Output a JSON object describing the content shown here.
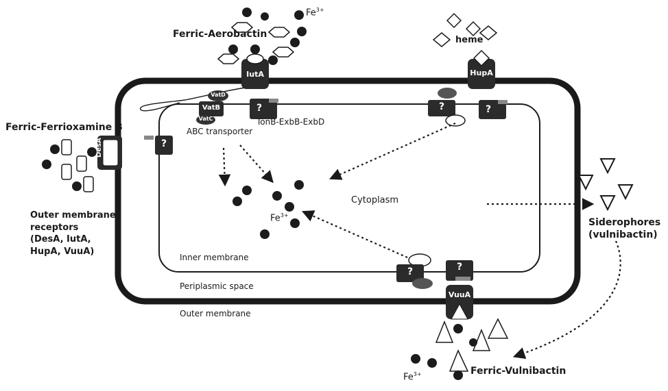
{
  "labels": {
    "ferric_aerobactin": "Ferric-Aerobactin",
    "fe_top": "Fe",
    "fe_top_sup": "3+",
    "heme": "heme",
    "ferric_ferrioxamine": "Ferric-Ferrioxamine B",
    "outer_receptors_line1": "Outer membrane",
    "outer_receptors_line2": "receptors",
    "outer_receptors_line3": "(DesA, IutA,",
    "outer_receptors_line4": "HupA, VuuA)",
    "tonb": "TonB-ExbB-ExbD",
    "abc": "ABC transporter",
    "cytoplasm": "Cytoplasm",
    "fe_center": "Fe",
    "fe_center_sup": "3+",
    "siderophores_line1": "Siderophores",
    "siderophores_line2": "(vulnibactin)",
    "inner_membrane": "Inner membrane",
    "periplasmic": "Periplasmic space",
    "outer_membrane": "Outer membrane",
    "fe_bottom": "Fe",
    "fe_bottom_sup": "3+",
    "ferric_vulnibactin": "Ferric-Vulnibactin"
  },
  "proteins": {
    "iuta": "IutA",
    "hupa": "HupA",
    "desa": "DesA",
    "vuua": "VuuA",
    "vatb": "VatB",
    "vatd": "VatD",
    "vatc": "VatC",
    "unknown": "?"
  },
  "colors": {
    "membrane": "#1a1a1a",
    "protein": "#2b2b2b",
    "iron": "#1c1c1c",
    "arrow": "#1a1a1a",
    "background": "#ffffff"
  }
}
